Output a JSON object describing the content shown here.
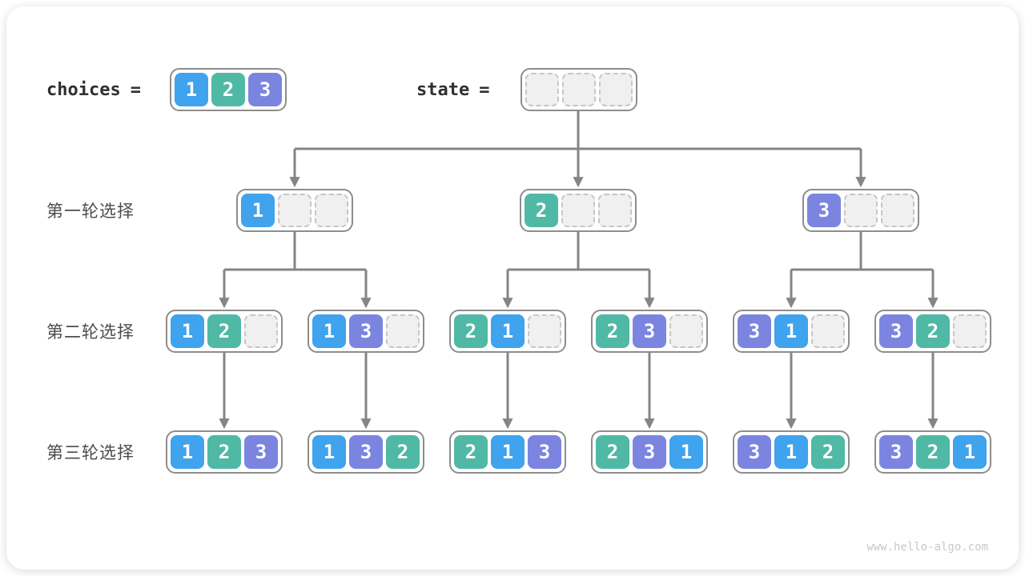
{
  "page": {
    "watermark": "www.hello-algo.com"
  },
  "colors": {
    "box": {
      "1": "#3FA3ED",
      "2": "#50B9A5",
      "3": "#7B85E0"
    },
    "empty_fill": "#F0F0F0",
    "empty_border": "#C6C6C6",
    "container_border": "#8D8D8D",
    "arrow": "#858585",
    "round_label_text": "#4C4C4C",
    "code_text": "#2F2F2F",
    "watermark_text": "#C9C9C9"
  },
  "header": {
    "choices_label": "choices",
    "equals_sign": "=",
    "choices_values": [
      1,
      2,
      3
    ],
    "state_label": "state",
    "state_values": [
      null,
      null,
      null
    ]
  },
  "rows": [
    {
      "label": "第一轮选择",
      "nodes": [
        [
          1,
          null,
          null
        ],
        [
          2,
          null,
          null
        ],
        [
          3,
          null,
          null
        ]
      ]
    },
    {
      "label": "第二轮选择",
      "nodes": [
        [
          1,
          2,
          null
        ],
        [
          1,
          3,
          null
        ],
        [
          2,
          1,
          null
        ],
        [
          2,
          3,
          null
        ],
        [
          3,
          1,
          null
        ],
        [
          3,
          2,
          null
        ]
      ]
    },
    {
      "label": "第三轮选择",
      "nodes": [
        [
          1,
          2,
          3
        ],
        [
          1,
          3,
          2
        ],
        [
          2,
          1,
          3
        ],
        [
          2,
          3,
          1
        ],
        [
          3,
          1,
          2
        ],
        [
          3,
          2,
          1
        ]
      ]
    }
  ]
}
